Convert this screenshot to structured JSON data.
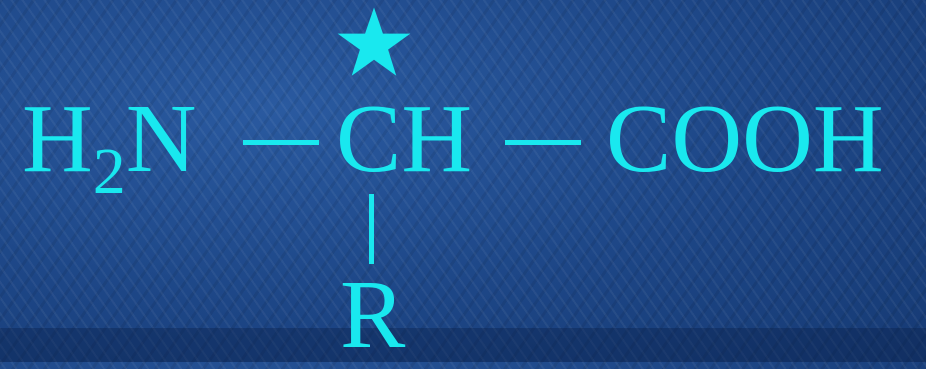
{
  "formula": {
    "amino_group": {
      "symbol": "H",
      "subscript": "2",
      "atom": "N"
    },
    "alpha_carbon": "CH",
    "carboxyl_group": "COOH",
    "side_chain": "R",
    "chiral_marker_icon": "star-icon"
  },
  "colors": {
    "background": "#1e4a8c",
    "text": "#19e8ef"
  }
}
